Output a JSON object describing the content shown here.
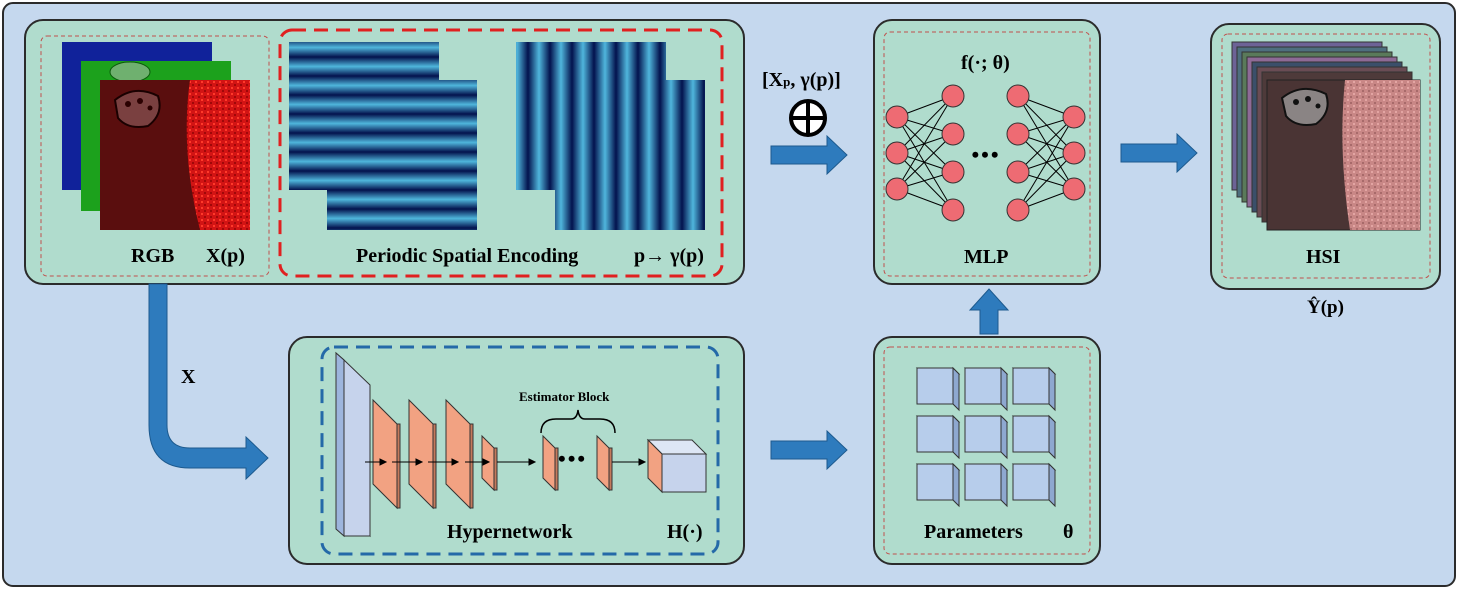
{
  "input_panel": {
    "rgb_label": "RGB",
    "x_label": "X(p)",
    "encoding_label": "Periodic Spatial Encoding",
    "gamma_label": "p→ γ(p)"
  },
  "concat": {
    "label": "[X",
    "label_sub": "p",
    "label_tail": ", γ(p)]",
    "operator": "⊕"
  },
  "mlp": {
    "func_label": "f(·; θ)",
    "label": "MLP",
    "ellipsis": "•••"
  },
  "output": {
    "label": "HSI",
    "y_label": "Ŷ(p)"
  },
  "flow": {
    "x_label": "X"
  },
  "hypernetwork": {
    "estimator_label": "Estimator Block",
    "label": "Hypernetwork",
    "h_label": "H(·)",
    "ellipsis": "•••"
  },
  "parameters": {
    "label": "Parameters",
    "theta": "θ"
  },
  "colors": {
    "background": "#c5d8ee",
    "panel": "#b0dccd",
    "arrow": "#2e7bbd",
    "red_dash": "#e02020",
    "blue_dash": "#2469a8",
    "neuron": "#ee6b73",
    "layer_orange": "#f2a282",
    "cube_blue": "#b7cdeb"
  }
}
